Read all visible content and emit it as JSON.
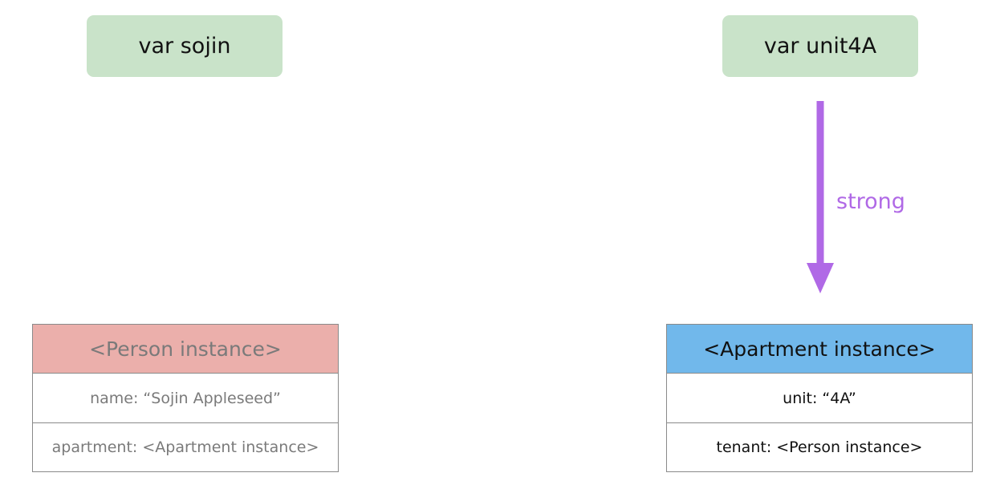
{
  "variables": {
    "sojin": "var sojin",
    "unit4a": "var unit4A"
  },
  "person_instance": {
    "header": "<Person instance>",
    "rows": [
      "name: “Sojin Appleseed”",
      "apartment: <Apartment instance>"
    ]
  },
  "apartment_instance": {
    "header": "<Apartment instance>",
    "rows": [
      "unit: “4A”",
      "tenant: <Person instance>"
    ]
  },
  "reference": {
    "label": "strong",
    "color": "#b069e6"
  },
  "colors": {
    "variable_fill": "#c9e3c9",
    "person_header_fill": "#ebafab",
    "apartment_header_fill": "#71b8eb"
  }
}
